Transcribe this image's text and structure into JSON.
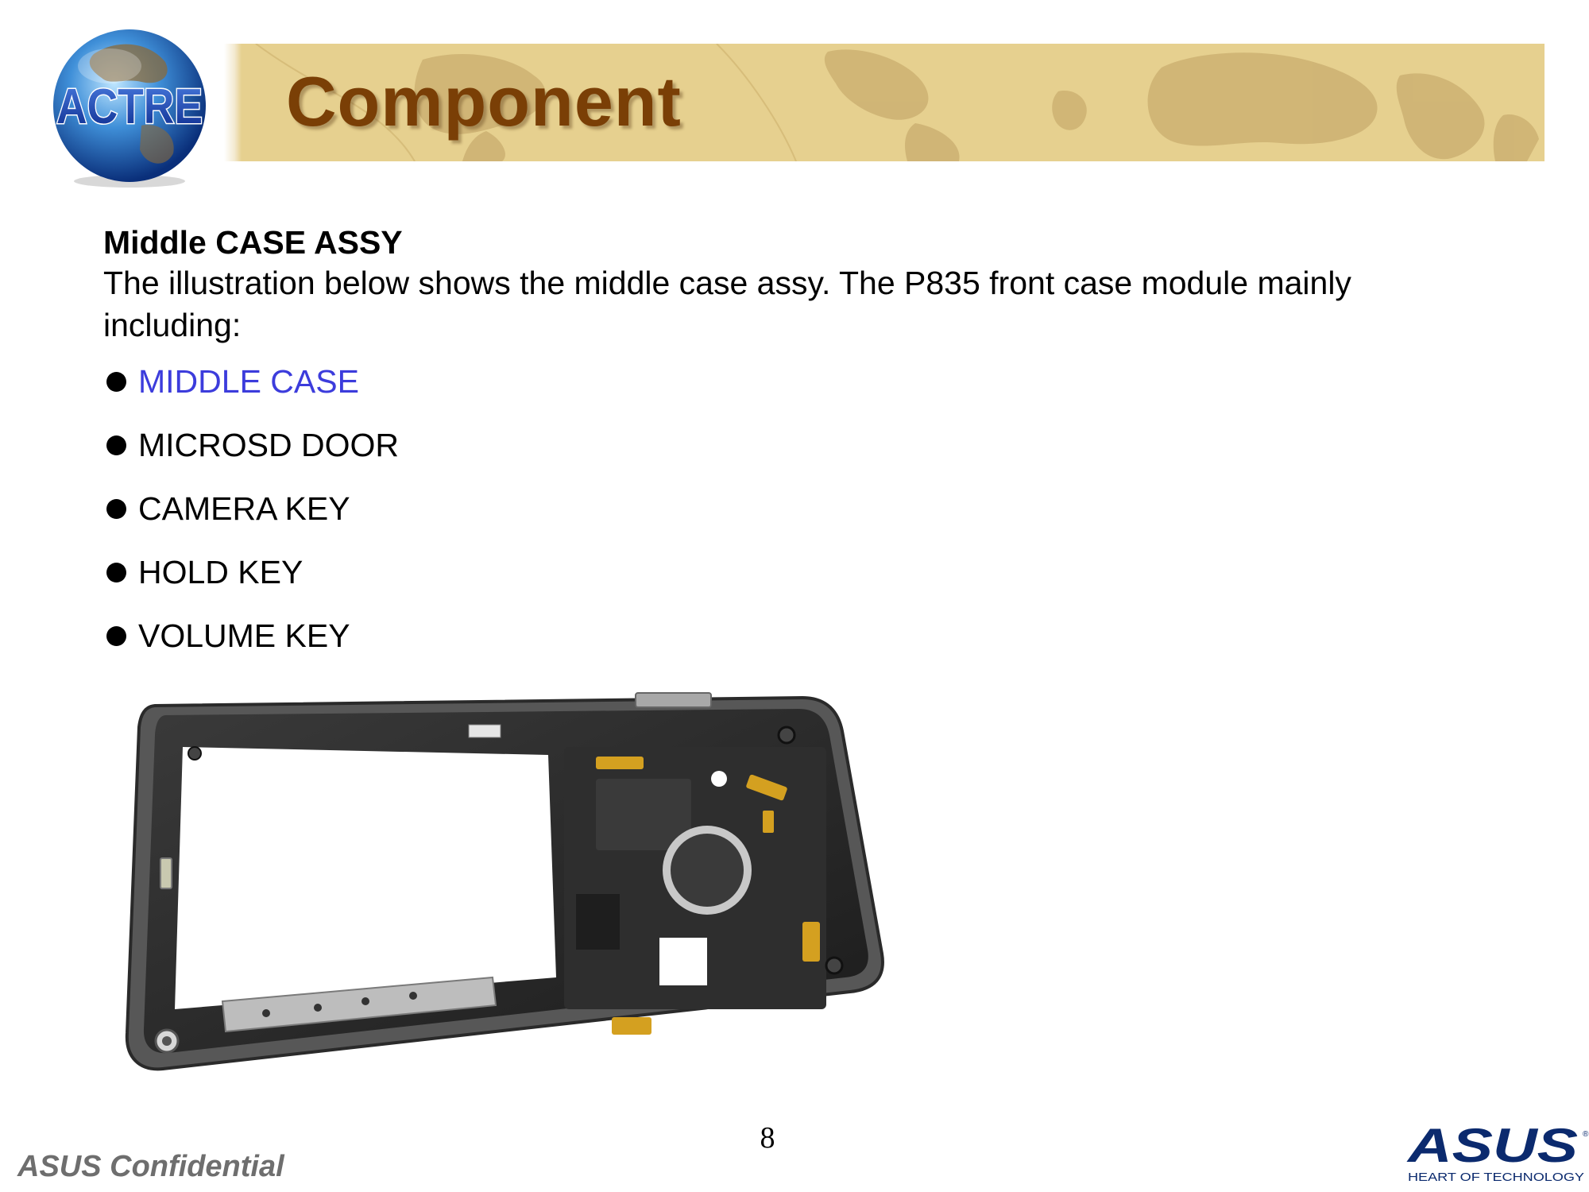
{
  "header": {
    "title": "Component",
    "logo_text": "ACTRE"
  },
  "content": {
    "heading": "Middle CASE ASSY",
    "intro": "The illustration below shows the middle case assy. The P835 front case module mainly including:",
    "items": [
      {
        "label": "MIDDLE CASE",
        "active": true
      },
      {
        "label": "MICROSD DOOR",
        "active": false
      },
      {
        "label": "CAMERA KEY",
        "active": false
      },
      {
        "label": "HOLD KEY",
        "active": false
      },
      {
        "label": "VOLUME KEY",
        "active": false
      }
    ]
  },
  "footer": {
    "page_number": "8",
    "confidential": "ASUS Confidential",
    "brand": "ASUS",
    "tagline": "HEART OF TECHNOLOGY"
  },
  "colors": {
    "title": "#7a3f06",
    "banner": "#e6d08f",
    "active_item": "#3c3cdc",
    "brand_navy": "#0b2a6e"
  }
}
